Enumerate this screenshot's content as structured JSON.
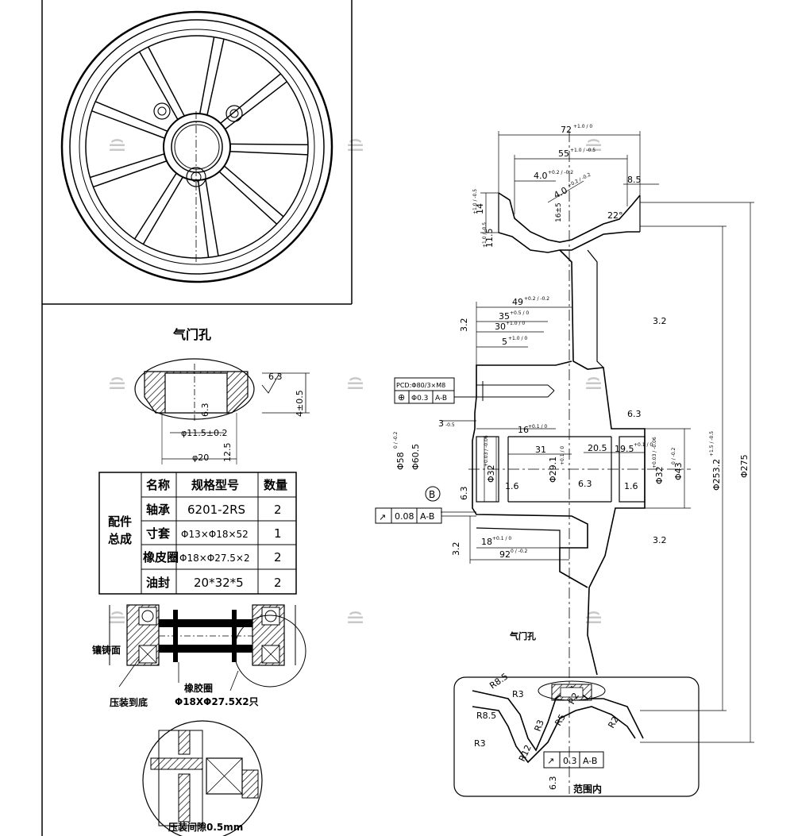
{
  "wheel_view": {},
  "valve_hole_section": {
    "title": "气门孔",
    "roughness": "6.3",
    "roughness_inner": "6.3",
    "dim_height": "4±0.5",
    "dim_hole": "φ11.5±0.2",
    "dim_width": "φ20",
    "dim_depth": "12.5"
  },
  "parts_table": {
    "group_label_line1": "配件",
    "group_label_line2": "总成",
    "headers": [
      "名称",
      "规格型号",
      "数量"
    ],
    "rows": [
      {
        "name": "轴承",
        "spec": "6201-2RS",
        "qty": "2"
      },
      {
        "name": "寸套",
        "spec": "Φ13×Φ18×52",
        "qty": "1"
      },
      {
        "name": "橡皮圈",
        "spec": "Φ18×Φ27.5×2",
        "qty": "2"
      },
      {
        "name": "油封",
        "spec": "20*32*5",
        "qty": "2"
      }
    ]
  },
  "bearing_assembly": {
    "label_face": "镶铸面",
    "label_press": "压装到底",
    "label_rubber": "橡胶圈",
    "label_rubber_spec": "Φ18XΦ27.5X2只",
    "label_gap": "压装间隙0.5mm"
  },
  "section_view": {
    "rim_width_top": "72",
    "rim_width_top_tol": "+1.0 / 0",
    "rim_inner": "55",
    "rim_inner_tol": "+1.0 / -0.5",
    "dim_4_left": "4.0",
    "dim_4_left_tol": "+0.2 / -0.2",
    "dim_4_right": "4.0",
    "dim_4_right_tol": "+0.2 / -0.2",
    "dim_85": "8.5",
    "dim_14": "14",
    "dim_14_tol": "+1.0 / -0.5",
    "dim_115": "11.5",
    "dim_115_tol": "+1.0 / -0.5",
    "dim_16_small": "16±5",
    "angle_22": "22°",
    "dim_49": "49",
    "dim_49_tol": "+0.2 / -0.2",
    "dim_35": "35",
    "dim_35_tol": "+0.5 / 0",
    "dim_30": "30",
    "dim_30_tol": "+1.0 / 0",
    "dim_5": "5",
    "dim_5_tol": "+1.0 / 0",
    "rough_32_a": "3.2",
    "rough_32_b": "3.2",
    "rough_32_c": "3.2",
    "pcd_label": "PCD:Φ80/3×M8",
    "pos_tol_sym": "⊕",
    "pos_tol_val": "Φ0.3",
    "pos_tol_ref": "A-B",
    "dim_3": "3",
    "dim_3_tol": "-0.5",
    "dim_16": "16",
    "dim_16_tol": "+0.1 / 0",
    "dim_58": "Φ58",
    "dim_58_tol": "0 / -0.2",
    "dim_605": "Φ60.5",
    "dim_31": "31",
    "dim_205": "20.5",
    "dim_195": "19.5",
    "dim_195_tol": "+0.1 / 0",
    "dim_32_left": "Φ32",
    "dim_32_left_tol": "+0.03 / -0.06",
    "dim_29": "Φ29.1",
    "dim_29_tol": "+0.1 / 0",
    "dim_32_right": "Φ32",
    "dim_32_right_tol": "+0.03 / -0.06",
    "dim_43": "Φ43",
    "dim_43_tol": "0 / -0.2",
    "dim_2532": "Φ253.2",
    "dim_2532_tol": "+1.5 / -0.5",
    "dim_275": "Φ275",
    "datum_b": "B",
    "rough_63_a": "6.3",
    "rough_63_b": "6.3",
    "rough_16_a": "1.6",
    "rough_16_b": "1.6",
    "rough_63_top": "6.3",
    "runout_val": "0.08",
    "runout_ref": "A-B",
    "dim_18": "18",
    "dim_18_tol": "+0.1 / 0",
    "dim_92": "92",
    "dim_92_tol": "0 / -0.2",
    "rough_32_d": "3.2",
    "label_valve": "气门孔",
    "r85_a": "R8.5",
    "r3_a": "R3",
    "r85_b": "R8.5",
    "r3_b": "R3",
    "r3_c": "R3",
    "r12": "R12",
    "r5": "R5",
    "r2_a": "R2",
    "r2_b": "R2",
    "runout2_val": "0.3",
    "runout2_ref": "A-B",
    "rough_bottom": "6.3",
    "label_range": "范围内"
  }
}
